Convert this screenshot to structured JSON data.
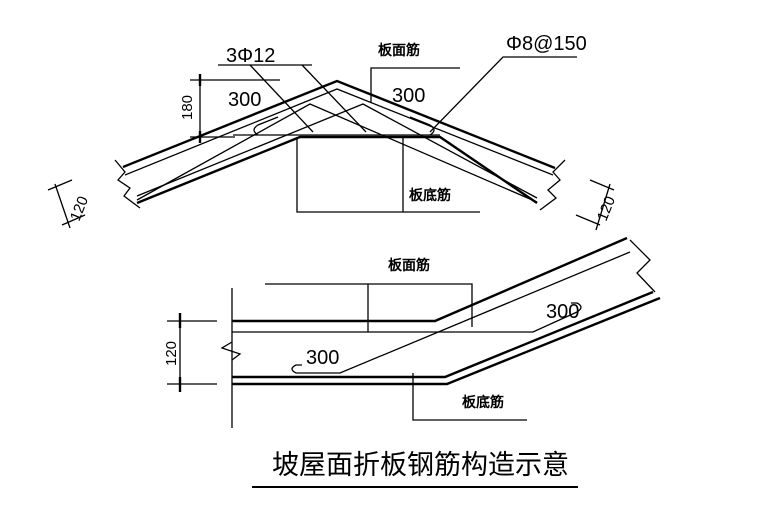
{
  "top_detail": {
    "rebar_spec": "3Φ12",
    "stirrup_spec": "Φ8@150",
    "top_bar_label": "板面筋",
    "bottom_bar_label": "板底筋",
    "anchor_left": "300",
    "anchor_right": "300",
    "height_dim": "180",
    "thickness_left": "120",
    "thickness_right": "120"
  },
  "bottom_detail": {
    "top_bar_label": "板面筋",
    "bottom_bar_label": "板底筋",
    "anchor_left": "300",
    "anchor_right": "300",
    "thickness": "120"
  },
  "title": "坡屋面折板钢筋构造示意"
}
